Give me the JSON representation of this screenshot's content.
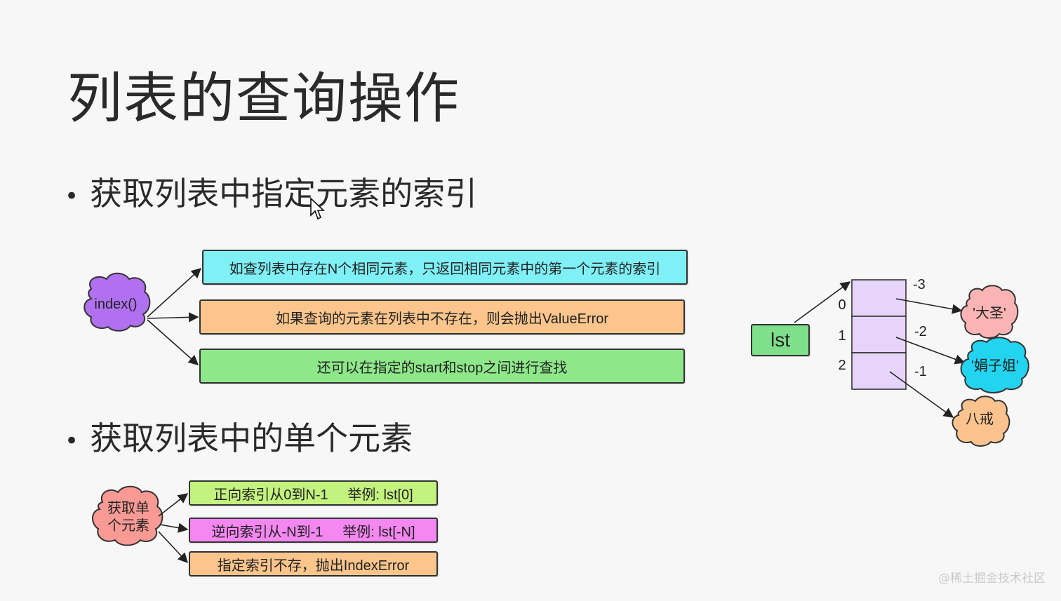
{
  "title": "列表的查询操作",
  "sections": [
    {
      "heading": "获取列表中指定元素的索引"
    },
    {
      "heading": "获取列表中的单个元素"
    }
  ],
  "index_diagram": {
    "cloud_label": "index()",
    "cloud_color": "#b070f0",
    "items": [
      {
        "text": "如查列表中存在N个相同元素，只返回相同元素中的第一个元素的索引",
        "color": "#7ff0f5"
      },
      {
        "text": "如果查询的元素在列表中不存在，则会抛出ValueError",
        "color": "#fbc58c"
      },
      {
        "text": "还可以在指定的start和stop之间进行查找",
        "color": "#8ee88a"
      }
    ]
  },
  "single_diagram": {
    "cloud_label_line1": "获取单",
    "cloud_label_line2": "个元素",
    "cloud_color": "#f99a95",
    "items": [
      {
        "text": "正向索引从0到N-1     举例: lst[0]",
        "color": "#c3f27e"
      },
      {
        "text": "逆向索引从-N到-1     举例: lst[-N]",
        "color": "#f487f0"
      },
      {
        "text": "指定索引不存，抛出IndexError",
        "color": "#fbc58c"
      }
    ]
  },
  "list_diagram": {
    "variable_label": "lst",
    "variable_color": "#7ee08a",
    "cell_color": "#e6d4fa",
    "positive_indices": [
      "0",
      "1",
      "2"
    ],
    "negative_indices": [
      "-3",
      "-2",
      "-1"
    ],
    "elements": [
      {
        "label": "'大圣'",
        "color": "#fbb4b4"
      },
      {
        "label": "'娟子姐'",
        "color": "#22d4f0"
      },
      {
        "label": "八戒",
        "color": "#fcc38f"
      }
    ]
  },
  "watermark": "@稀土掘金技术社区"
}
